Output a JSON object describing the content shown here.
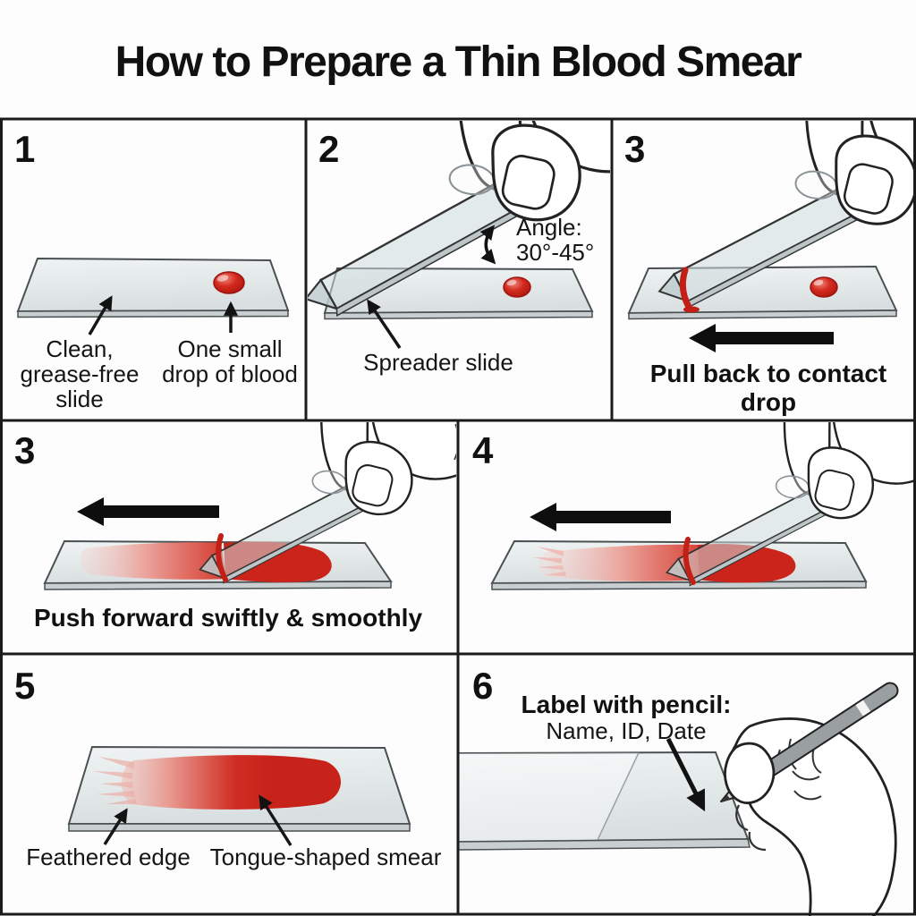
{
  "title": "How to Prepare a Thin Blood Smear",
  "panels": {
    "step1": {
      "number": "1",
      "label_slide": "Clean,\ngrease-free\nslide",
      "label_drop": "One small\ndrop of blood"
    },
    "step2": {
      "number": "2",
      "label_angle": "Angle:\n30°-45°",
      "label_spreader": "Spreader slide"
    },
    "step3": {
      "number": "3",
      "caption": "Pull back to contact drop"
    },
    "step3b": {
      "number": "3",
      "caption": "Push forward swiftly & smoothly"
    },
    "step4": {
      "number": "4"
    },
    "step5": {
      "number": "5",
      "label_feather": "Feathered edge",
      "label_smear": "Tongue-shaped smear"
    },
    "step6": {
      "number": "6",
      "caption_bold": "Label with pencil:",
      "caption_sub": "Name, ID, Date"
    }
  },
  "colors": {
    "blood_red": "#c6251d",
    "smear_pale": "#f2d2ce",
    "slide_fill": "#e2e7e8",
    "outline": "#1b1b1b"
  }
}
